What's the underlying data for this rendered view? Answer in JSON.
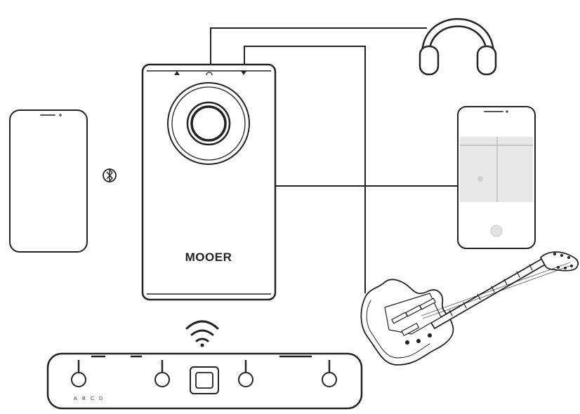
{
  "device": {
    "brand": "MOOER"
  },
  "footswitch": {
    "labels": [
      "A",
      "B",
      "C",
      "D"
    ]
  },
  "colors": {
    "line": "#222222",
    "fill": "#ffffff",
    "screen": "#e8e8e8"
  },
  "icons": {
    "bluetooth": "bluetooth-icon",
    "wifi": "wifi-icon",
    "headphones": "headphones-icon",
    "guitar": "electric-guitar-icon"
  }
}
